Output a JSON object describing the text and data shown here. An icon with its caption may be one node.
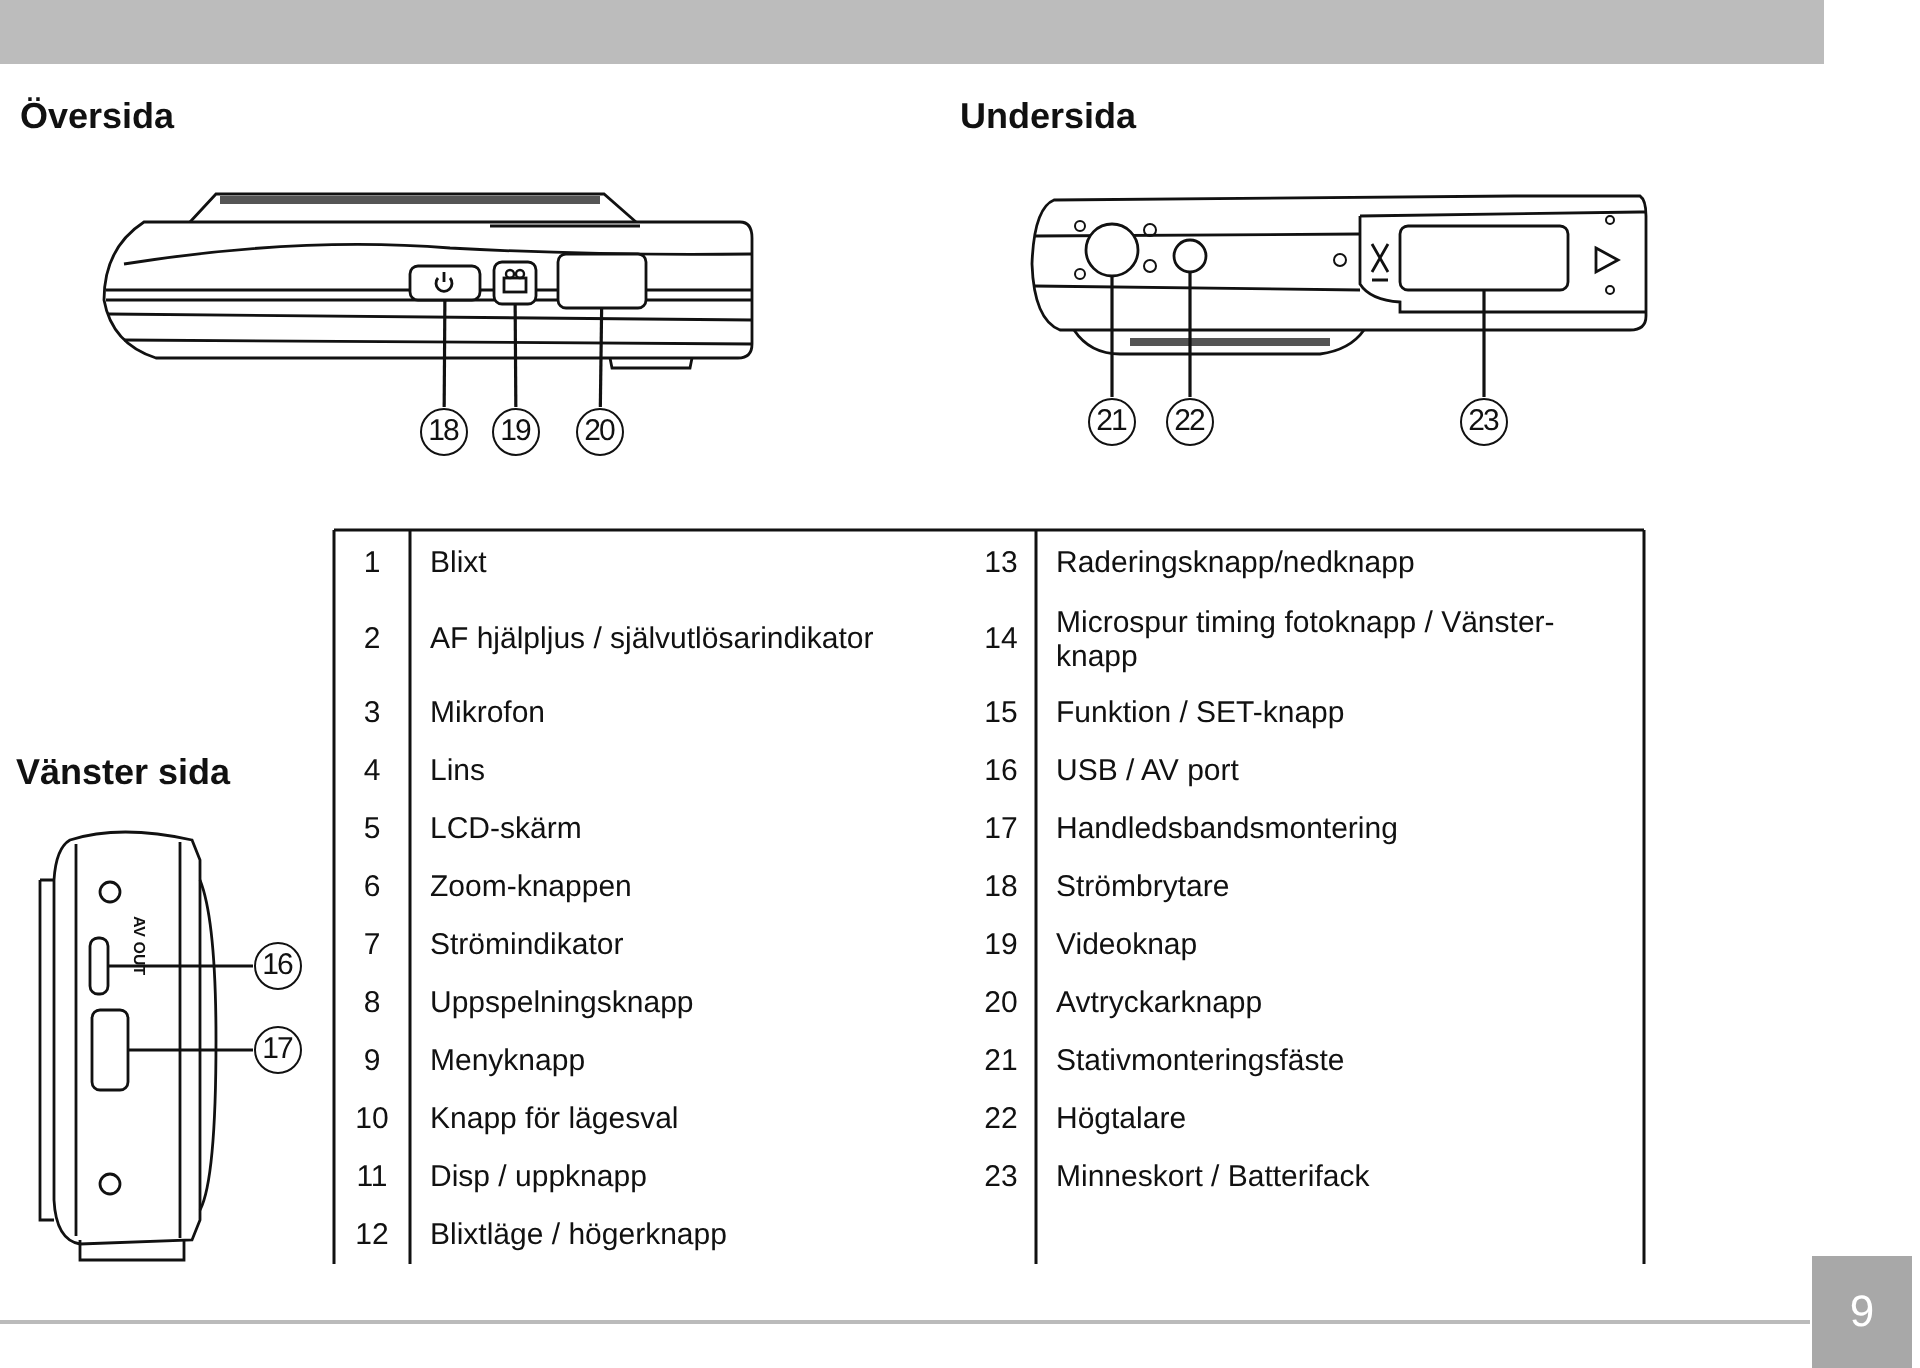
{
  "diagram": {
    "nodes": [
      {
        "text": [
          "18"
        ]
      },
      {
        "text": [
          "19"
        ]
      },
      {
        "text": [
          "20"
        ]
      },
      {
        "text": [
          "21"
        ]
      },
      {
        "text": [
          "22"
        ]
      },
      {
        "text": [
          "23"
        ]
      },
      {
        "text": [
          "16"
        ]
      },
      {
        "text": [
          "17"
        ]
      },
      {
        "text": [],
        "shape": "box"
      },
      {
        "text": [],
        "shape": "box"
      },
      {
        "text": [],
        "shape": "box"
      },
      {
        "text": [],
        "shape": "circle"
      },
      {
        "text": [],
        "shape": "circle"
      },
      {
        "text": [],
        "shape": "box"
      },
      {
        "text": [],
        "shape": "box"
      },
      {
        "text": [],
        "shape": "box"
      }
    ],
    "edges": [
      {
        "from": 0,
        "to": 8,
        "arrow": "none"
      },
      {
        "from": 1,
        "to": 9,
        "arrow": "none"
      },
      {
        "from": 2,
        "to": 10,
        "arrow": "none"
      },
      {
        "from": 3,
        "to": 11,
        "arrow": "none"
      },
      {
        "from": 4,
        "to": 12,
        "arrow": "none"
      },
      {
        "from": 5,
        "to": 13,
        "arrow": "none"
      },
      {
        "from": 6,
        "to": 14,
        "arrow": "none"
      },
      {
        "from": 7,
        "to": 15,
        "arrow": "none"
      }
    ],
    "labels": [
      "Översida",
      "Undersida",
      "Vänster sida",
      "1",
      "Blixt",
      "13",
      "Raderingsknapp/nedknapp",
      "2",
      "AF hjälpljus / självutlösarindikator",
      "14",
      "Microspur timing fotoknapp / Vänster-knapp",
      "3",
      "Mikrofon",
      "15",
      "Funktion / SET-knapp",
      "4",
      "Lins",
      "16",
      "USB / AV port",
      "5",
      "LCD-skärm",
      "17",
      "Handledsbandsmontering",
      "6",
      "Zoom-knappen",
      "18",
      "Strömbrytare",
      "7",
      "Strömindikator",
      "19",
      "Videoknap",
      "8",
      "Uppspelningsknapp",
      "20",
      "Avtryckarknapp",
      "9",
      "Menyknapp",
      "21",
      "Stativmonteringsfäste",
      "10",
      "Knapp för lägesval",
      "22",
      "Högtalare",
      "11",
      "Disp / uppknapp",
      "23",
      "Minneskort / Batterifack",
      "12",
      "Blixtläge / högerknapp",
      "AV OUT",
      "9"
    ]
  }
}
